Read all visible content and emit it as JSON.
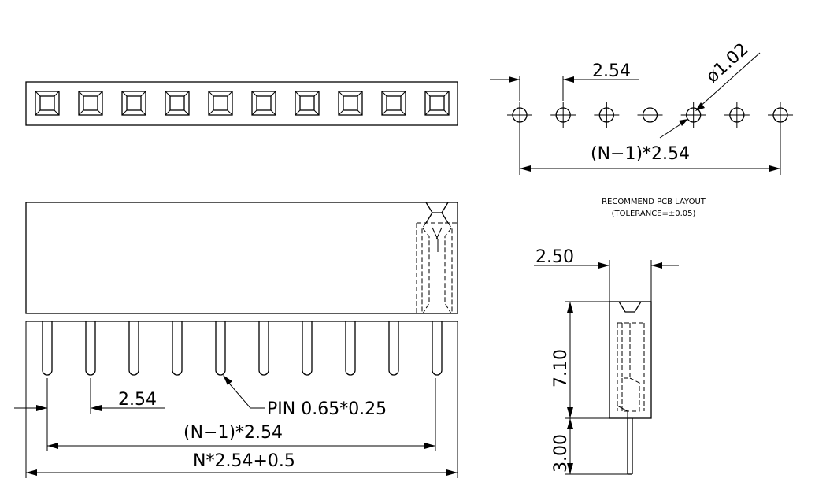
{
  "dimensions": {
    "pitch_top": "2.54",
    "hole_dia": "ø1.02",
    "span_top": "(N−1)*2.54",
    "pitch_bottom": "2.54",
    "pin_size": "PIN  0.65*0.25",
    "span_bottom": "(N−1)*2.54",
    "overall_length": "N*2.54+0.5",
    "body_depth": "2.50",
    "body_height": "7.10",
    "pin_length": "3.00"
  },
  "pcb_layout": {
    "title": "RECOMMEND  PCB  LAYOUT",
    "tolerance": "(TOLERANCE=±0.05)"
  },
  "counts": {
    "top_contacts": 10,
    "pcb_holes": 7,
    "pins": 10
  }
}
